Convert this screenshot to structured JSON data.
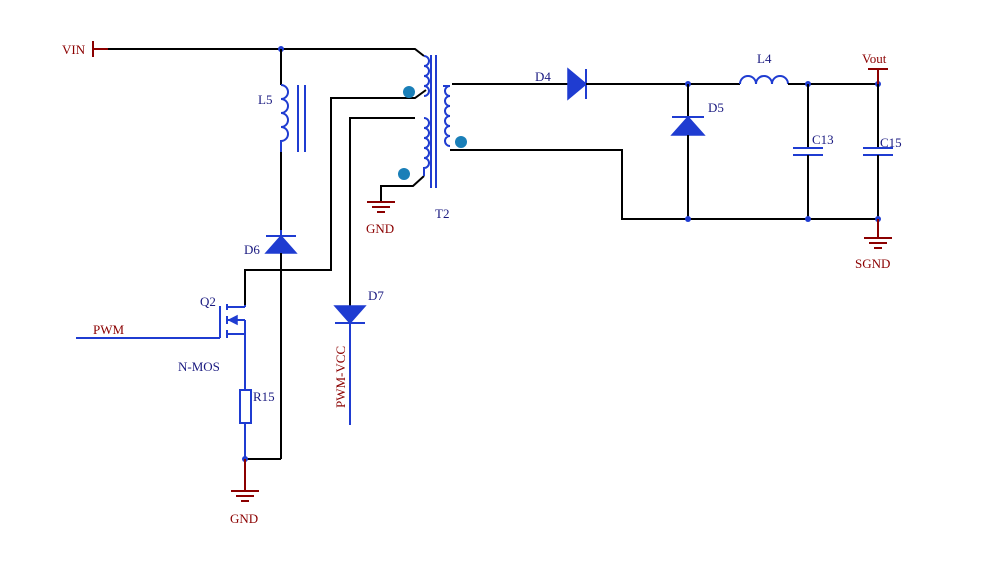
{
  "colors": {
    "wire": "#000000",
    "component": "#1f3cd1",
    "power_net": "#8b0000",
    "designator": "#1a1a80",
    "phase_dot": "#1a7fb8",
    "background": "#ffffff"
  },
  "nets": {
    "vin": "VIN",
    "vout": "Vout",
    "gnd_primary": "GND",
    "gnd_bottom": "GND",
    "sgnd": "SGND",
    "pwm": "PWM",
    "pwm_vcc": "PWM-VCC"
  },
  "components": {
    "l5": "L5",
    "t2": "T2",
    "d4": "D4",
    "d5": "D5",
    "d6": "D6",
    "d7": "D7",
    "l4": "L4",
    "c13": "C13",
    "c15": "C15",
    "q2": "Q2",
    "q2_type": "N-MOS",
    "r15": "R15"
  }
}
